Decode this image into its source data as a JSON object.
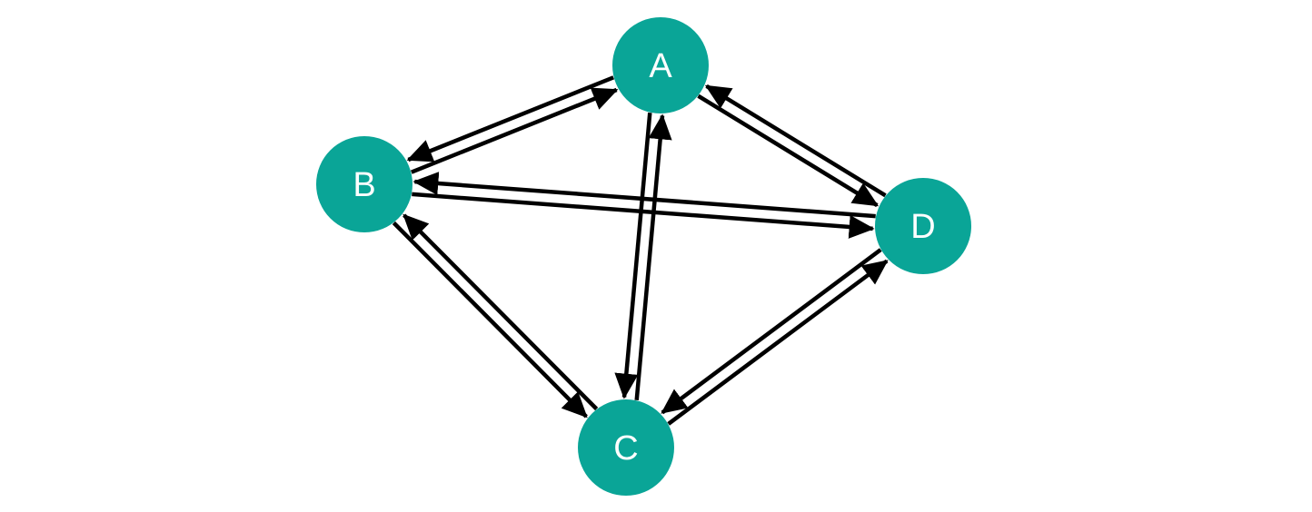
{
  "colors": {
    "node_fill": "#0aa597",
    "edge_stroke": "#000000",
    "label_text": "#ffffff",
    "background": "#ffffff"
  },
  "nodes": [
    {
      "id": "A",
      "label": "A"
    },
    {
      "id": "B",
      "label": "B"
    },
    {
      "id": "C",
      "label": "C"
    },
    {
      "id": "D",
      "label": "D"
    }
  ],
  "edges": [
    {
      "from": "B",
      "to": "A"
    },
    {
      "from": "A",
      "to": "B"
    },
    {
      "from": "A",
      "to": "D"
    },
    {
      "from": "D",
      "to": "A"
    },
    {
      "from": "A",
      "to": "C"
    },
    {
      "from": "C",
      "to": "A"
    },
    {
      "from": "B",
      "to": "D"
    },
    {
      "from": "D",
      "to": "B"
    },
    {
      "from": "B",
      "to": "C"
    },
    {
      "from": "C",
      "to": "B"
    },
    {
      "from": "C",
      "to": "D"
    },
    {
      "from": "D",
      "to": "C"
    }
  ]
}
